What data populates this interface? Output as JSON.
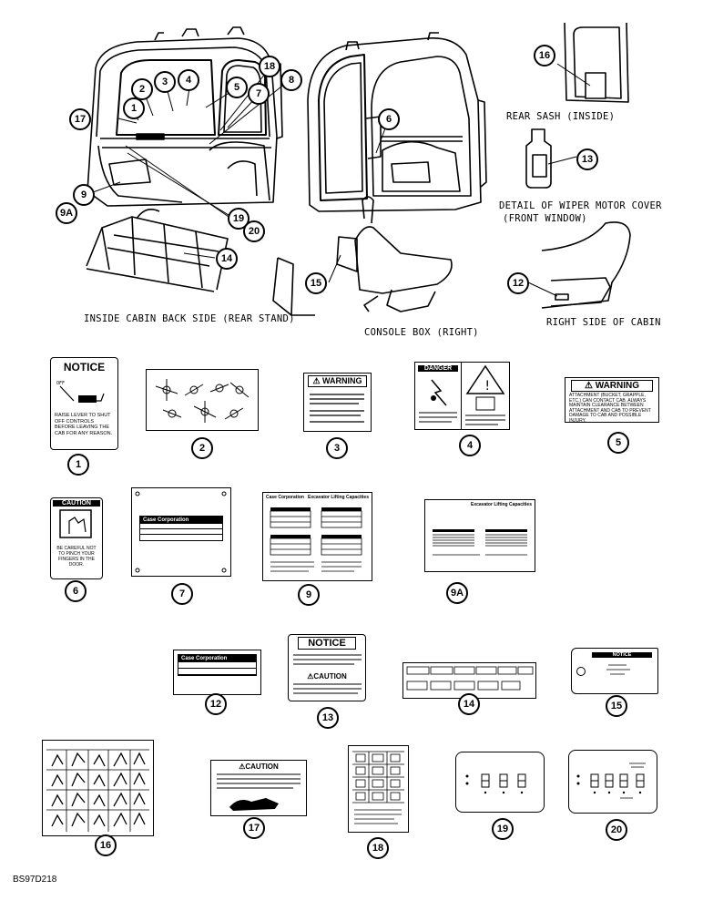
{
  "captions": {
    "rear_sash": "REAR SASH (INSIDE)",
    "wiper_cover_line1": "DETAIL OF WIPER MOTOR COVER",
    "wiper_cover_line2": "(FRONT WINDOW)",
    "inside_cabin": "INSIDE CABIN BACK SIDE (REAR STAND)",
    "console_box": "CONSOLE BOX (RIGHT)",
    "right_side": "RIGHT SIDE OF CABIN"
  },
  "callouts": [
    "1",
    "2",
    "3",
    "4",
    "5",
    "6",
    "7",
    "8",
    "9",
    "9A",
    "12",
    "13",
    "14",
    "15",
    "16",
    "17",
    "18",
    "19",
    "20"
  ],
  "decals": {
    "d1": {
      "number": "1",
      "header": "NOTICE",
      "text": "RAISE LEVER TO SHUT OFF CONTROLS BEFORE LEAVING THE CAB FOR ANY REASON.",
      "mini": "OFF"
    },
    "d2": {
      "number": "2"
    },
    "d3": {
      "number": "3",
      "header": "⚠ WARNING"
    },
    "d4": {
      "number": "4",
      "header": "DANGER"
    },
    "d5": {
      "number": "5",
      "header": "⚠ WARNING",
      "text": "ATTACHMENT (BUCKET, GRAPPLE, ETC.) CAN CONTACT CAB. ALWAYS MAINTAIN CLEARANCE BETWEEN ATTACHMENT AND CAB TO PREVENT DAMAGE TO CAB AND POSSIBLE INJURY."
    },
    "d6": {
      "number": "6",
      "header": "CAUTION",
      "text": "BE CAREFUL NOT TO PINCH YOUR FINGERS IN THE DOOR."
    },
    "d7": {
      "number": "7",
      "brand": "Case Corporation"
    },
    "d9": {
      "number": "9",
      "brand": "Case Corporation",
      "title": "Excavator Lifting Capacities"
    },
    "d9a": {
      "number": "9A",
      "title": "Excavator Lifting Capacities"
    },
    "d12": {
      "number": "12",
      "brand": "Case Corporation"
    },
    "d13": {
      "number": "13",
      "header": "NOTICE",
      "header2": "⚠CAUTION"
    },
    "d14": {
      "number": "14"
    },
    "d15": {
      "number": "15",
      "header": "NOTICE"
    },
    "d16": {
      "number": "16"
    },
    "d17": {
      "number": "17",
      "header": "⚠CAUTION"
    },
    "d18": {
      "number": "18"
    },
    "d19": {
      "number": "19"
    },
    "d20": {
      "number": "20"
    }
  },
  "doc_id": "BS97D218"
}
